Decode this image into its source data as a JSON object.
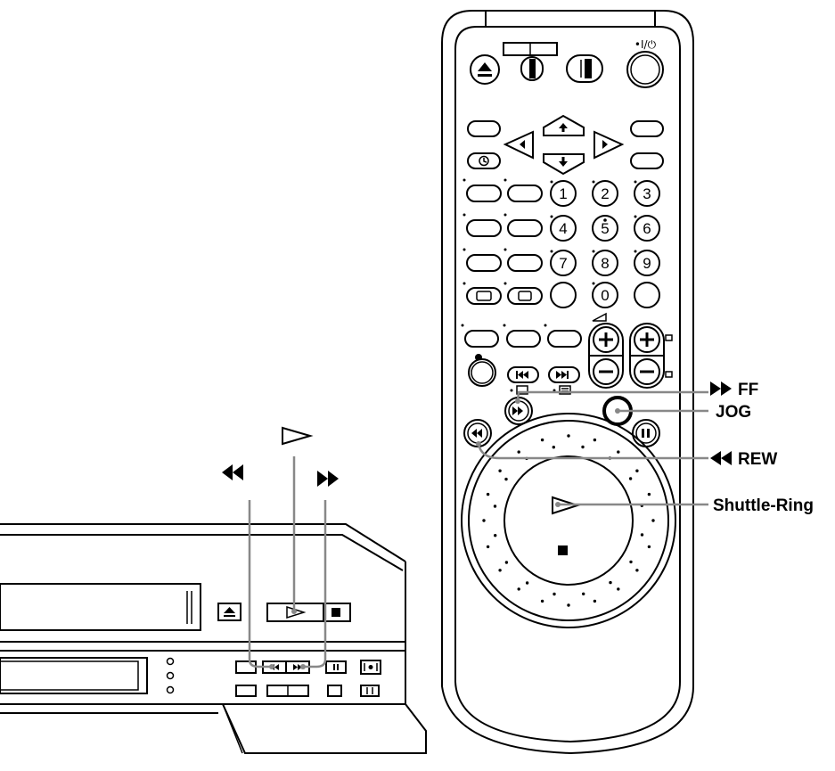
{
  "labels": {
    "ff": "FF",
    "jog": "JOG",
    "rew": "REW",
    "shuttle_ring": "Shuttle-Ring"
  },
  "remote": {
    "power_mark": "•I/⏻",
    "number_keys": [
      "1",
      "2",
      "3",
      "4",
      "5",
      "6",
      "7",
      "8",
      "9",
      "0"
    ]
  }
}
